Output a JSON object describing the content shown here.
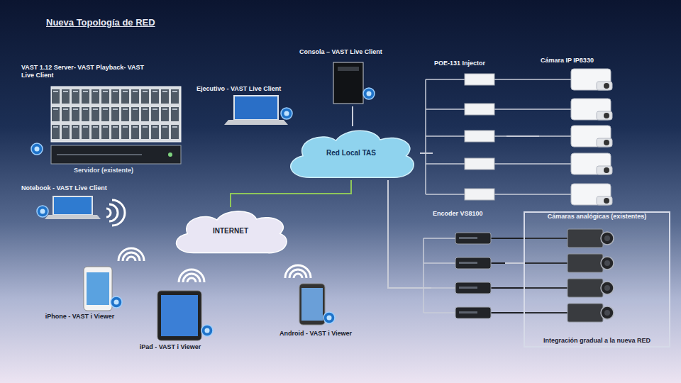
{
  "diagram": {
    "title": "Nueva Topología de RED",
    "nodes": [
      {
        "text": [
          "VAST 1.12 Server- VAST Playback- VAST Live Client",
          "Servidor (existente)"
        ]
      },
      {
        "text": [
          "Ejecutivo - VAST Live Client"
        ]
      },
      {
        "text": [
          "Consola – VAST Live Client"
        ]
      },
      {
        "text": [
          "POE-131 Injector"
        ]
      },
      {
        "text": [
          "Cámara IP IP8330"
        ]
      },
      {
        "text": [
          "Red Local TAS"
        ]
      },
      {
        "text": [
          "Notebook - VAST Live Client"
        ]
      },
      {
        "text": [
          "INTERNET"
        ]
      },
      {
        "text": [
          "Encoder VS8100"
        ]
      },
      {
        "text": [
          "Cámaras analógicas (existentes)",
          "Integración gradual a la nueva RED"
        ]
      },
      {
        "text": [
          "iPhone - VAST i Viewer"
        ]
      },
      {
        "text": [
          "iPad - VAST i Viewer"
        ]
      },
      {
        "text": [
          "Android - VAST i Viewer"
        ]
      }
    ],
    "edges": [
      {
        "from": 5,
        "to": 2,
        "arrow": "none"
      },
      {
        "from": 5,
        "to": 7,
        "arrow": "none"
      },
      {
        "from": 5,
        "to": 3,
        "arrow": "none"
      },
      {
        "from": 5,
        "to": 8,
        "arrow": "none"
      },
      {
        "from": 3,
        "to": 4,
        "arrow": "none"
      },
      {
        "from": 8,
        "to": 9,
        "arrow": "none"
      }
    ]
  }
}
